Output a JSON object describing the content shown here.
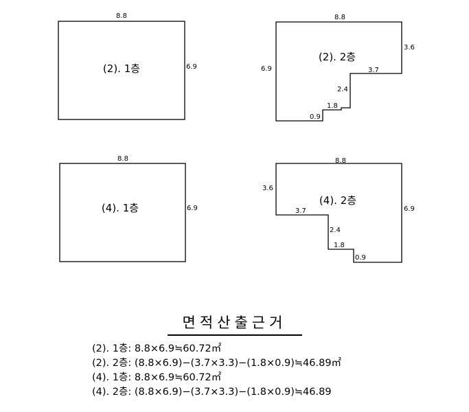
{
  "floorplans": [
    {
      "id": "p2-1f",
      "label": "(2). 1층",
      "dims": [
        "8.8",
        "6.9"
      ]
    },
    {
      "id": "p2-2f",
      "label": "(2). 2층",
      "dims": [
        "8.8",
        "3.6",
        "6.9",
        "3.7",
        "2.4",
        "1.8",
        "0.9"
      ]
    },
    {
      "id": "p4-1f",
      "label": "(4). 1층",
      "dims": [
        "8.8",
        "6.9"
      ]
    },
    {
      "id": "p4-2f",
      "label": "(4). 2층",
      "dims": [
        "8.8",
        "3.6",
        "6.9",
        "3.7",
        "2.4",
        "1.8",
        "0.9"
      ]
    }
  ],
  "calc_section": {
    "title": "면적산출근거",
    "lines": [
      "(2). 1층: 8.8×6.9≒60.72㎡",
      "(2). 2층: (8.8×6.9)−(3.7×3.3)−(1.8×0.9)≒46.89㎡",
      "(4). 1층: 8.8×6.9≒60.72㎡",
      "(4). 2층: (8.8×6.9)−(3.7×3.3)−(1.8×0.9)≒46.89"
    ]
  }
}
